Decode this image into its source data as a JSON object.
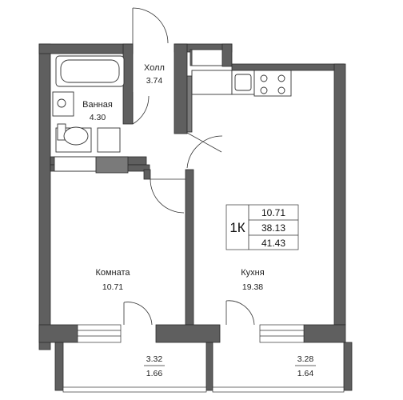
{
  "rooms": {
    "hall": {
      "name": "Холл",
      "area": "3.74"
    },
    "bathroom": {
      "name": "Ванная",
      "area": "4.30"
    },
    "room": {
      "name": "Комната",
      "area": "10.71"
    },
    "kitchen": {
      "name": "Кухня",
      "area": "19.38"
    },
    "balcony_left": {
      "area_full": "3.32",
      "area_reduced": "1.66"
    },
    "balcony_right": {
      "area_full": "3.28",
      "area_reduced": "1.64"
    }
  },
  "summary": {
    "type": "1К",
    "living": "10.71",
    "total": "38.13",
    "total_with_balcony": "41.43"
  }
}
